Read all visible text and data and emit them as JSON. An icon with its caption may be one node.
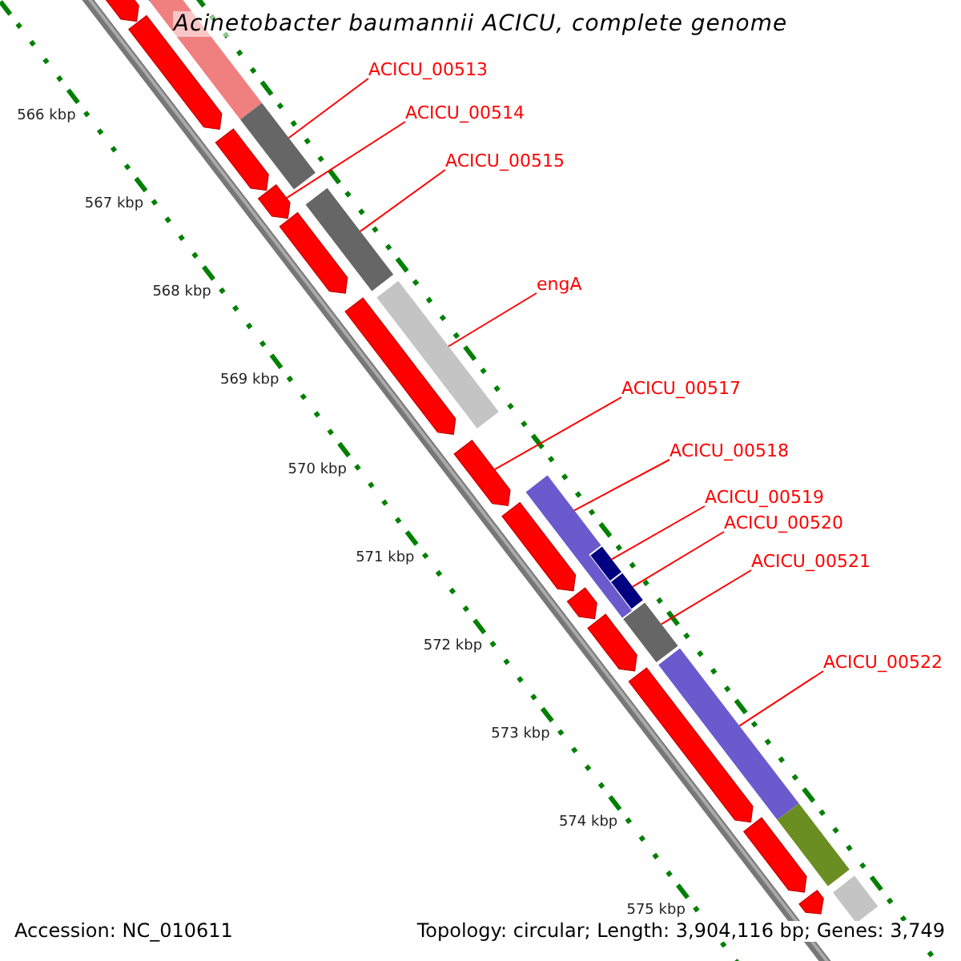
{
  "diagram": {
    "title": "Acinetobacter baumannii ACICU, complete genome",
    "nodes": [
      {
        "text": [
          "ACICU_00513"
        ]
      },
      {
        "text": [
          "ACICU_00514"
        ]
      },
      {
        "text": [
          "ACICU_00515"
        ]
      },
      {
        "text": [
          "engA"
        ]
      },
      {
        "text": [
          "ACICU_00517"
        ]
      },
      {
        "text": [
          "ACICU_00518"
        ]
      },
      {
        "text": [
          "ACICU_00519"
        ]
      },
      {
        "text": [
          "ACICU_00520"
        ]
      },
      {
        "text": [
          "ACICU_00521"
        ]
      },
      {
        "text": [
          "ACICU_00522"
        ]
      },
      {
        "text": [],
        "shape": "bar"
      },
      {
        "text": [],
        "shape": "bar"
      },
      {
        "text": [],
        "shape": "bar"
      },
      {
        "text": [],
        "shape": "bar"
      },
      {
        "text": [],
        "shape": "bar"
      },
      {
        "text": [],
        "shape": "bar"
      },
      {
        "text": [],
        "shape": "bar"
      },
      {
        "text": [],
        "shape": "bar"
      },
      {
        "text": [],
        "shape": "bar"
      },
      {
        "text": [],
        "shape": "bar"
      },
      {
        "text": [],
        "shape": "bar"
      },
      {
        "text": [],
        "shape": "bar"
      },
      {
        "text": [],
        "shape": "bar"
      },
      {
        "text": [],
        "shape": "bar"
      },
      {
        "text": [],
        "shape": "bar"
      },
      {
        "text": [],
        "shape": "bar"
      },
      {
        "text": [],
        "shape": "bar"
      },
      {
        "text": [],
        "shape": "bar"
      },
      {
        "text": [],
        "shape": "bar"
      },
      {
        "text": [],
        "shape": "bar"
      },
      {
        "text": [],
        "shape": "bar"
      },
      {
        "text": [],
        "shape": "bar"
      },
      {
        "text": [],
        "shape": "bar"
      },
      {
        "text": [],
        "shape": "bar"
      },
      {
        "text": [],
        "shape": "bar"
      }
    ],
    "edges": [
      {
        "from": 0,
        "to": 14,
        "arrow": "none"
      },
      {
        "from": 1,
        "to": 16,
        "arrow": "none"
      },
      {
        "from": 2,
        "to": 17,
        "arrow": "none"
      },
      {
        "from": 3,
        "to": 20,
        "arrow": "none"
      },
      {
        "from": 4,
        "to": 21,
        "arrow": "none"
      },
      {
        "from": 5,
        "to": 22,
        "arrow": "none"
      },
      {
        "from": 6,
        "to": 24,
        "arrow": "none"
      },
      {
        "from": 7,
        "to": 26,
        "arrow": "none"
      },
      {
        "from": 8,
        "to": 28,
        "arrow": "none"
      },
      {
        "from": 9,
        "to": 30,
        "arrow": "none"
      }
    ],
    "labels": [
      "566 kbp",
      "567 kbp",
      "568 kbp",
      "569 kbp",
      "570 kbp",
      "571 kbp",
      "572 kbp",
      "573 kbp",
      "574 kbp",
      "575 kbp",
      "Accession: NC_010611",
      "Topology: circular; Length: 3,904,116 bp; Genes: 3,749"
    ]
  }
}
